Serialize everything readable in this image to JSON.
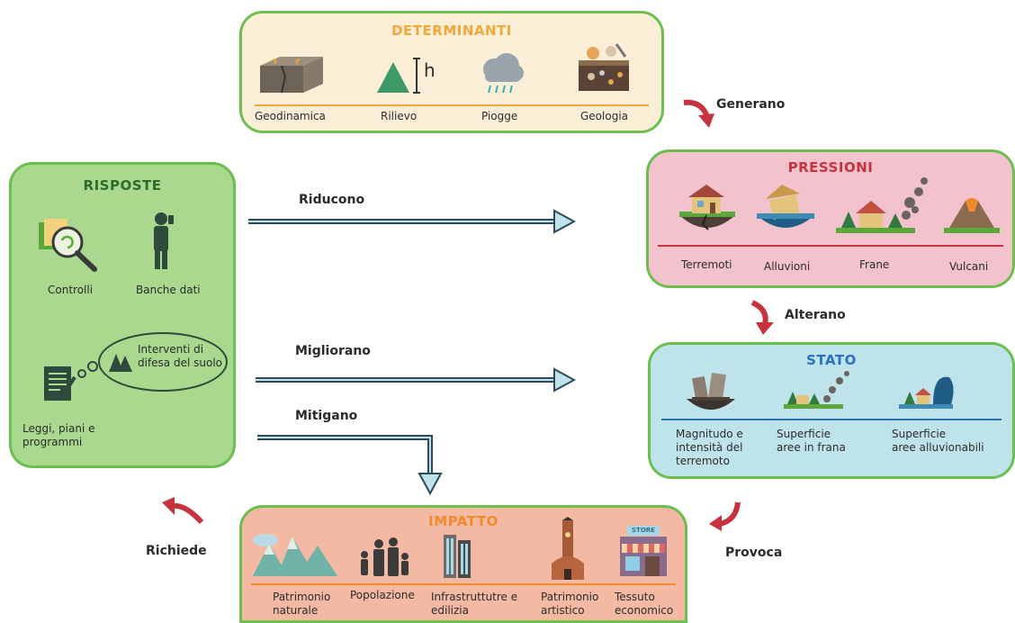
{
  "determinanti": {
    "title": "DETERMINANTI",
    "items": [
      "Geodinamica",
      "Rilievo",
      "Piogge",
      "Geologia"
    ],
    "height_symbol": "h"
  },
  "pressioni": {
    "title": "PRESSIONI",
    "items": [
      "Terremoti",
      "Alluvioni",
      "Frane",
      "Vulcani"
    ]
  },
  "stato": {
    "title": "STATO",
    "items": [
      "Magnitudo e\nintensità del\nterremoto",
      "Superficie\naree in frana",
      "Superficie\naree alluvionabili"
    ]
  },
  "impatto": {
    "title": "IMPATTO",
    "items": [
      "Patrimonio\nnaturale",
      "Popolazione",
      "Infrastruttutre e\nedilizia",
      "Patrimonio\nartistico",
      "Tessuto\neconomico"
    ],
    "store_sign": "STORE"
  },
  "risposte": {
    "title": "RISPOSTE",
    "items": [
      "Controlli",
      "Banche dati",
      "Leggi, piani e\nprogrammi"
    ],
    "bubble": "Interventi di\ndifesa del suolo"
  },
  "arrows": {
    "generano": "Generano",
    "alterano": "Alterano",
    "provoca": "Provoca",
    "richiede": "Richiede",
    "riducono": "Riducono",
    "migliorano": "Migliorano",
    "mitigano": "Mitigano"
  },
  "colors": {
    "determinanti_bg": "#fbeed6",
    "determinanti_title": "#f0a83a",
    "pressioni_bg": "#f2c2cd",
    "pressioni_title": "#c8323c",
    "stato_bg": "#bfe3ea",
    "stato_title": "#2a6fc4",
    "impatto_bg": "#f4b9a2",
    "impatto_title": "#f08a2c",
    "risposte_bg": "#a9d88e",
    "risposte_title": "#2e6b2e",
    "border": "#6cbf4f",
    "curved_arrow": "#c8323c",
    "straight_arrow": "#2fa5a5"
  }
}
